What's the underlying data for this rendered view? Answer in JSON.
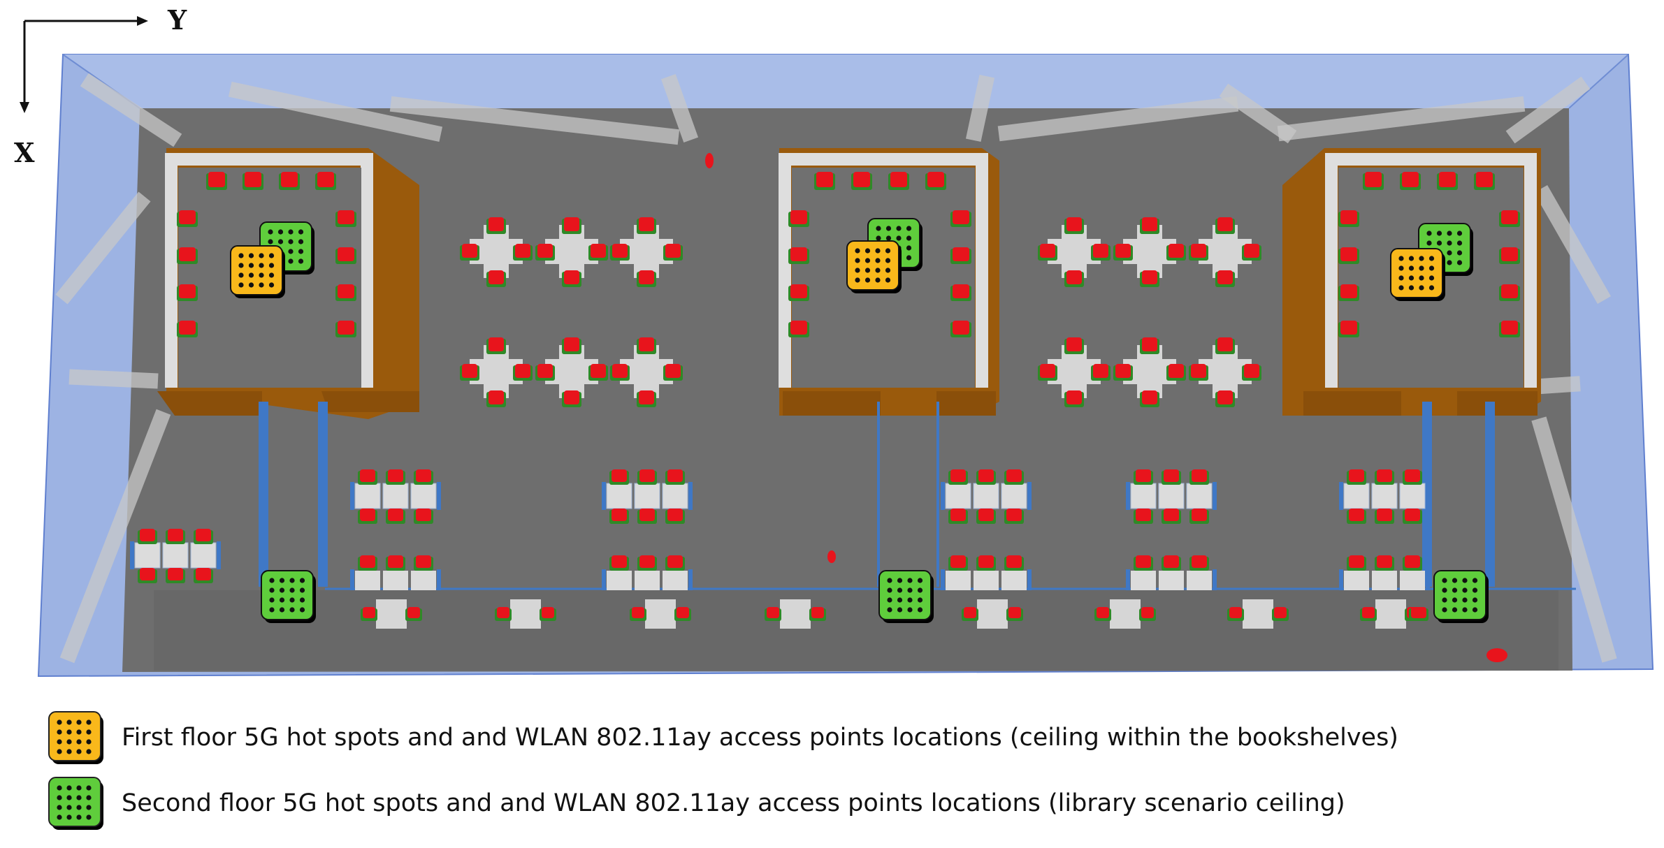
{
  "axes": {
    "y_label": "Y",
    "x_label": "X"
  },
  "legend": {
    "first_floor": {
      "text": "First floor 5G hot spots and and WLAN 802.11ay access points locations (ceiling within the bookshelves)",
      "icon": "orange-access-point-icon",
      "color": "#f9b81b"
    },
    "second_floor": {
      "text": "Second floor 5G hot spots and and WLAN 802.11ay access points locations (library scenario ceiling)",
      "icon": "green-access-point-icon",
      "color": "#5fcd3c"
    }
  },
  "colors": {
    "glass": "#9db3e3",
    "floor": "#6e6e6e",
    "shelf_wood": "#9a5a0c",
    "shelf_light": "#d9d9d9",
    "chair_red": "#e8141c",
    "chair_green": "#2f8a27",
    "blue_wall": "#3f78c6"
  }
}
